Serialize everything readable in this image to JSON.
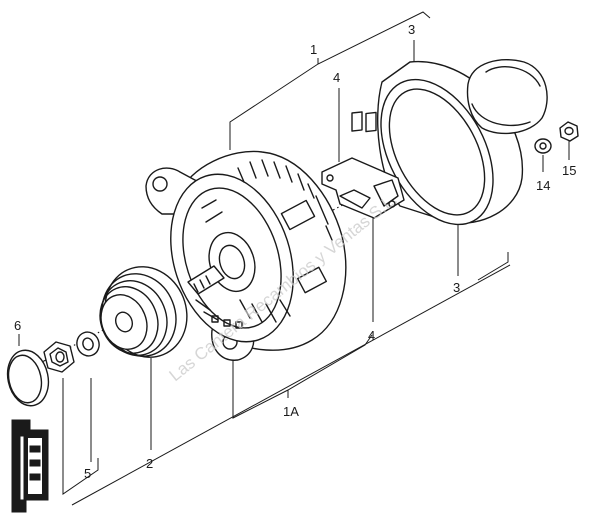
{
  "diagram": {
    "callouts": [
      "1",
      "3",
      "4",
      "14",
      "15",
      "3",
      "4",
      "1A",
      "6",
      "2",
      "5"
    ],
    "watermark": "Las Cantera Recambios y Ventas S.L."
  },
  "colors": {
    "ink": "#1a1a1a",
    "watermark": "#c9c9c9",
    "background": "#ffffff"
  }
}
